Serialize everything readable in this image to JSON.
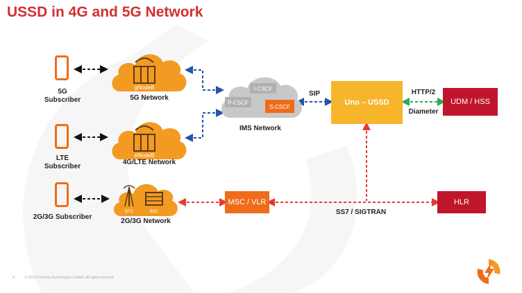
{
  "title": "USSD in 4G and 5G Network",
  "subscribers": [
    {
      "label_line1": "5G",
      "label_line2": "Subscriber"
    },
    {
      "label_line1": "LTE",
      "label_line2": "Subscriber"
    },
    {
      "label_line1": "2G/3G Subscriber",
      "label_line2": ""
    }
  ],
  "networks": {
    "g5": {
      "label": "5G Network",
      "node": "gNodeB"
    },
    "lte": {
      "label": "4G/LTE Network",
      "node": "eNodeB"
    },
    "g23": {
      "label": "2G/3G Network",
      "bts": "BTS",
      "bsc": "BSC"
    }
  },
  "ims": {
    "label": "IMS Network",
    "icscf": "I-CSCF",
    "pcscf": "P-CSCF",
    "scscf": "S-CSCF"
  },
  "protocols": {
    "sip": "SIP",
    "http2": "HTTP/2",
    "diameter": "Diameter",
    "ss7": "SS7 / SIGTRAN"
  },
  "boxes": {
    "uno": "Uno – USSD",
    "udm": "UDM / HSS",
    "msc": "MSC / VLR",
    "hlr": "HLR"
  },
  "footer": {
    "page": "9",
    "copyright": "© 2019 Comviva Technologies Limited. All rights reserved."
  },
  "colors": {
    "title": "#d32f2f",
    "orange": "#ef6c1a",
    "cloud": "#f39a22",
    "yellow": "#f7b52c",
    "darkred": "#c0162c",
    "ss7_line": "#e53935",
    "sip_line": "#2255aa",
    "diameter_line": "#2eaa55",
    "ims_cloud": "#c8c8c8"
  }
}
